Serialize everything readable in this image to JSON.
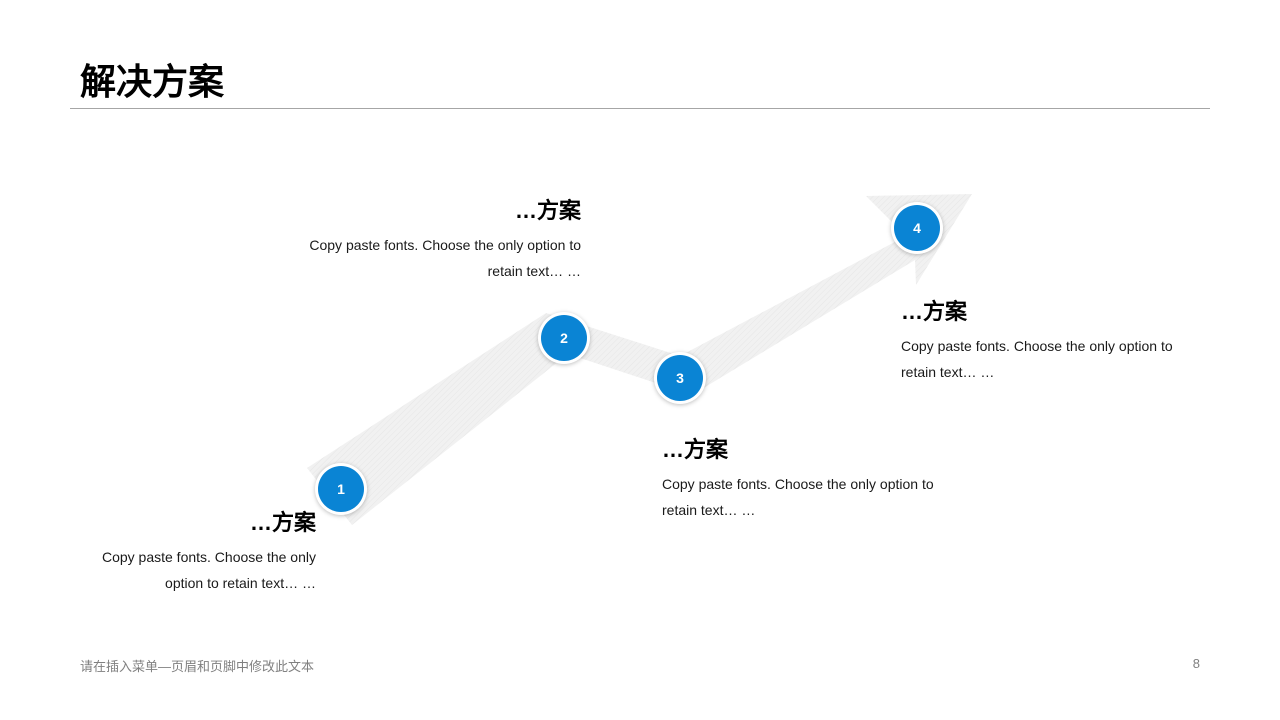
{
  "title": "解决方案",
  "steps": [
    {
      "number": "1",
      "heading": "…方案",
      "desc": "Copy paste fonts. Choose the only option to retain text… …"
    },
    {
      "number": "2",
      "heading": "…方案",
      "desc": "Copy paste fonts. Choose the only option to retain text… …"
    },
    {
      "number": "3",
      "heading": "…方案",
      "desc": "Copy paste fonts. Choose the only option to retain text… …"
    },
    {
      "number": "4",
      "heading": "…方案",
      "desc": "Copy paste fonts. Choose the only option to retain text… …"
    }
  ],
  "footer": {
    "text": "请在插入菜单—页眉和页脚中修改此文本",
    "page_number": "8"
  },
  "colors": {
    "accent": "#0a84d4",
    "arrow": "#efefef",
    "rule": "#a6a6a6"
  }
}
